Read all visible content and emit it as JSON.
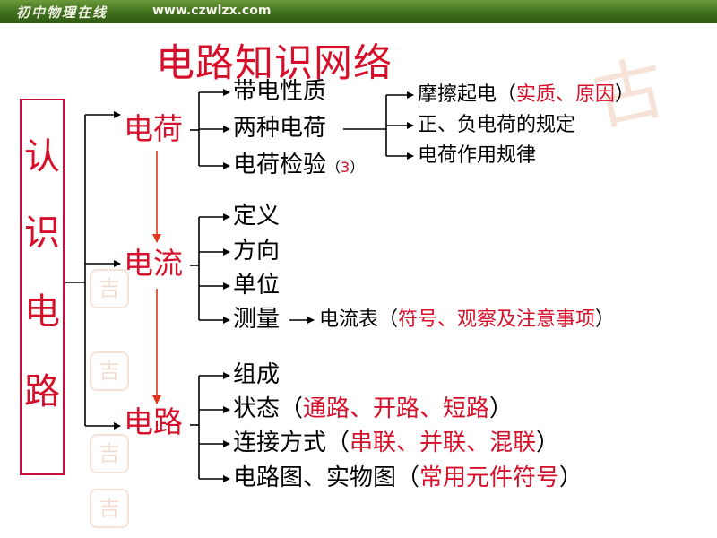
{
  "header": {
    "brand": "初中物理在线",
    "url": "www.czwlzx.com"
  },
  "title": "电路知识网络",
  "root": "认识电路",
  "watermark": {
    "big": "古",
    "small": "吉"
  },
  "charge": {
    "label": "电荷",
    "items": [
      "带电性质",
      "两种电荷",
      "电荷检验"
    ],
    "test_suffix": {
      "open": "（",
      "num": "3",
      "close": "）"
    },
    "sub": {
      "rub_prefix": "摩擦起电",
      "rub_open": "（",
      "rub_detail": "实质、原因",
      "rub_close": "）",
      "rule": "正、负电荷的规定",
      "law": "电荷作用规律"
    }
  },
  "current": {
    "label": "电流",
    "items": [
      "定义",
      "方向",
      "单位",
      "测量"
    ],
    "measure": {
      "target": "电流表",
      "open": "（",
      "detail": "符号、观察及注意事项",
      "close": "）"
    }
  },
  "circuit": {
    "label": "电路",
    "items": [
      {
        "label": "组成",
        "open": "",
        "detail": "",
        "close": ""
      },
      {
        "label": "状态",
        "open": "（",
        "detail": "通路、开路、短路",
        "close": "）"
      },
      {
        "label": "连接方式",
        "open": "（",
        "detail": "串联、并联、混联",
        "close": "）"
      },
      {
        "label": "电路图、实物图",
        "open": "（",
        "detail": "常用元件符号",
        "close": "）"
      }
    ]
  }
}
